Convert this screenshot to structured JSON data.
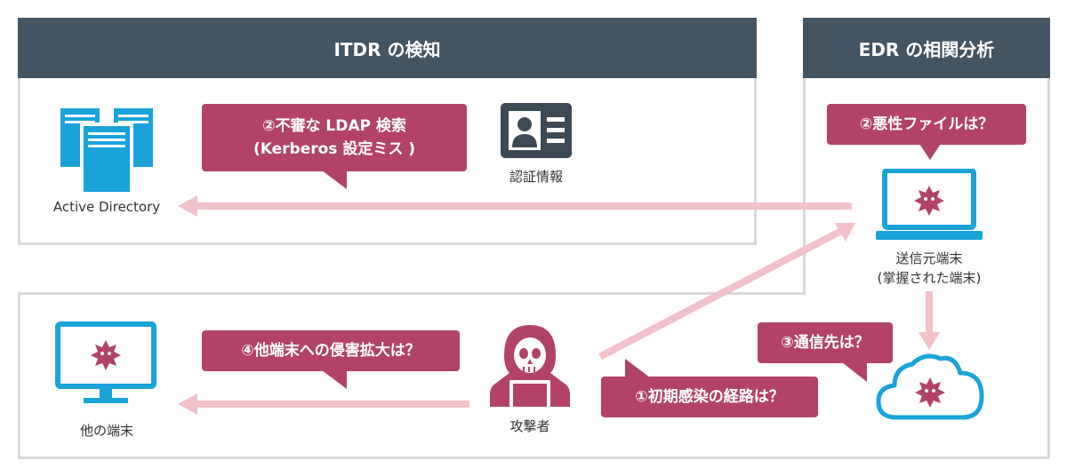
{
  "headers": {
    "itdr": "ITDR の検知",
    "edr": "EDR の相関分析"
  },
  "callouts": {
    "ldap_line1": "②不審な LDAP 検索",
    "ldap_line2": "(Kerberos 設定ミス )",
    "malicious_file": "②悪性ファイルは？",
    "comm_dest": "③通信先は？",
    "lateral": "④他端末への侵害拡大は？",
    "initial": "①初期感染の経路は？"
  },
  "labels": {
    "active_directory": "Active Directory",
    "credentials": "認証情報",
    "source_line1": "送信元端末",
    "source_line2": "(掌握された端末)",
    "other_device": "他の端末",
    "attacker": "攻撃者"
  },
  "colors": {
    "header_bg": "#435563",
    "callout_bg": "#b2426a",
    "arrow": "#f3c1c9",
    "icon_blue": "#1aa3d9",
    "panel_border": "#d9d9d9",
    "dark": "#3d4a55"
  }
}
